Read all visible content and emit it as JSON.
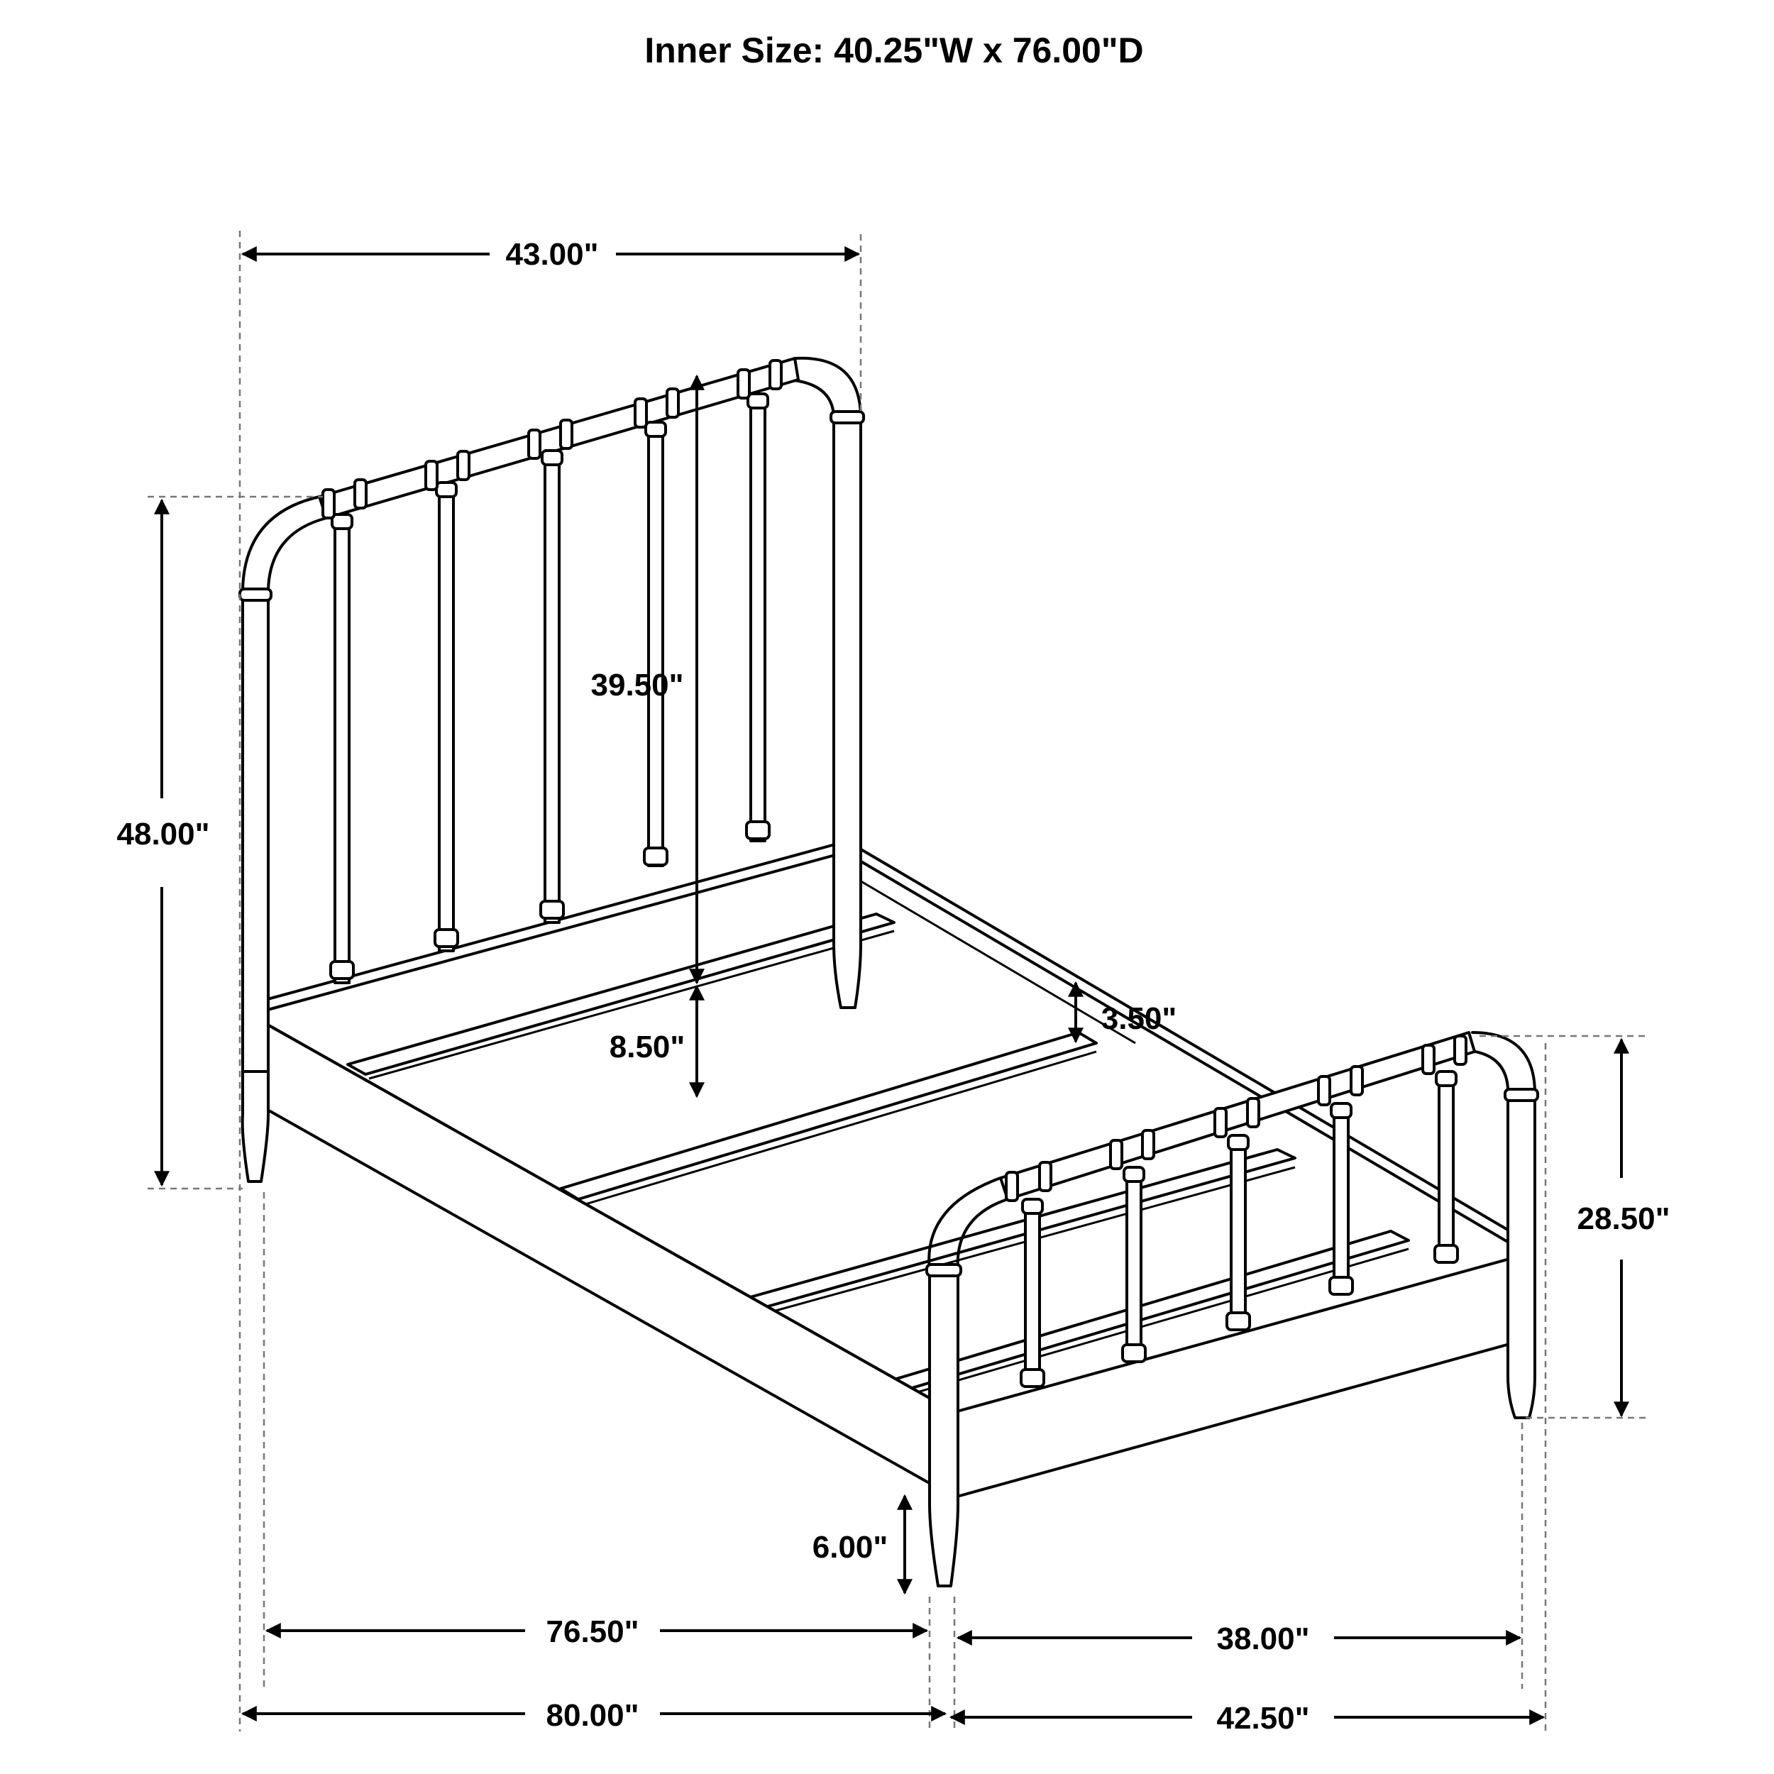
{
  "title": "Inner Size: 40.25\"W x 76.00\"D",
  "dimensions": {
    "headboard_width": "43.00\"",
    "headboard_height": "48.00\"",
    "headboard_panel": "39.50\"",
    "rail_to_floor": "8.50\"",
    "side_rail_height": "3.50\"",
    "footboard_height": "28.50\"",
    "leg_height": "6.00\"",
    "inner_length": "76.50\"",
    "inner_width": "38.00\"",
    "overall_length": "80.00\"",
    "overall_width": "42.50\""
  },
  "colors": {
    "line": "#000000",
    "extension": "#777777",
    "background": "#ffffff"
  }
}
